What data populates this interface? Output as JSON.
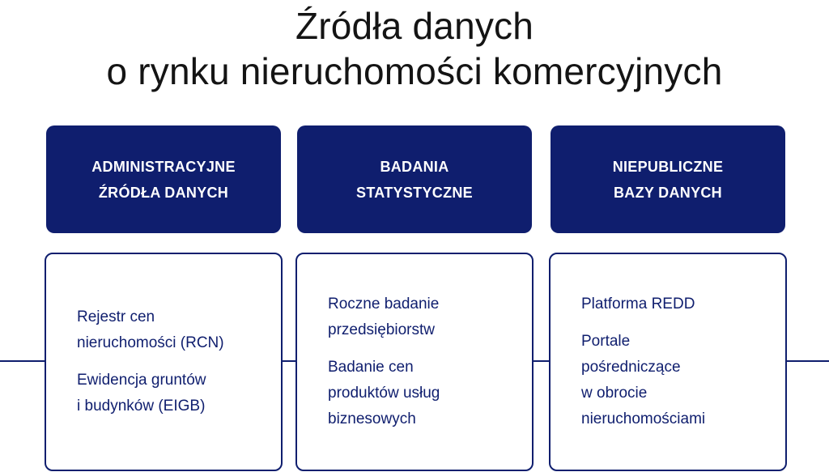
{
  "title": {
    "line1": "Źródła danych",
    "line2": "o rynku nieruchomości komercyjnych"
  },
  "colors": {
    "accent": "#0f1e6e",
    "background": "#ffffff",
    "header_text": "#ffffff"
  },
  "columns": [
    {
      "header": [
        "ADMINISTRACYJNE",
        "ŹRÓDŁA DANYCH"
      ],
      "items": [
        [
          "Rejestr cen",
          "nieruchomości (RCN)"
        ],
        [
          "Ewidencja gruntów",
          "i budynków (EIGB)"
        ]
      ]
    },
    {
      "header": [
        "BADANIA",
        "STATYSTYCZNE"
      ],
      "items": [
        [
          "Roczne badanie",
          "przedsiębiorstw"
        ],
        [
          "Badanie cen",
          "produktów usług",
          "biznesowych"
        ]
      ]
    },
    {
      "header": [
        "NIEPUBLICZNE",
        "BAZY DANYCH"
      ],
      "items": [
        [
          "Platforma REDD"
        ],
        [
          "Portale",
          "pośredniczące",
          "w obrocie",
          "nieruchomościami"
        ]
      ]
    }
  ]
}
